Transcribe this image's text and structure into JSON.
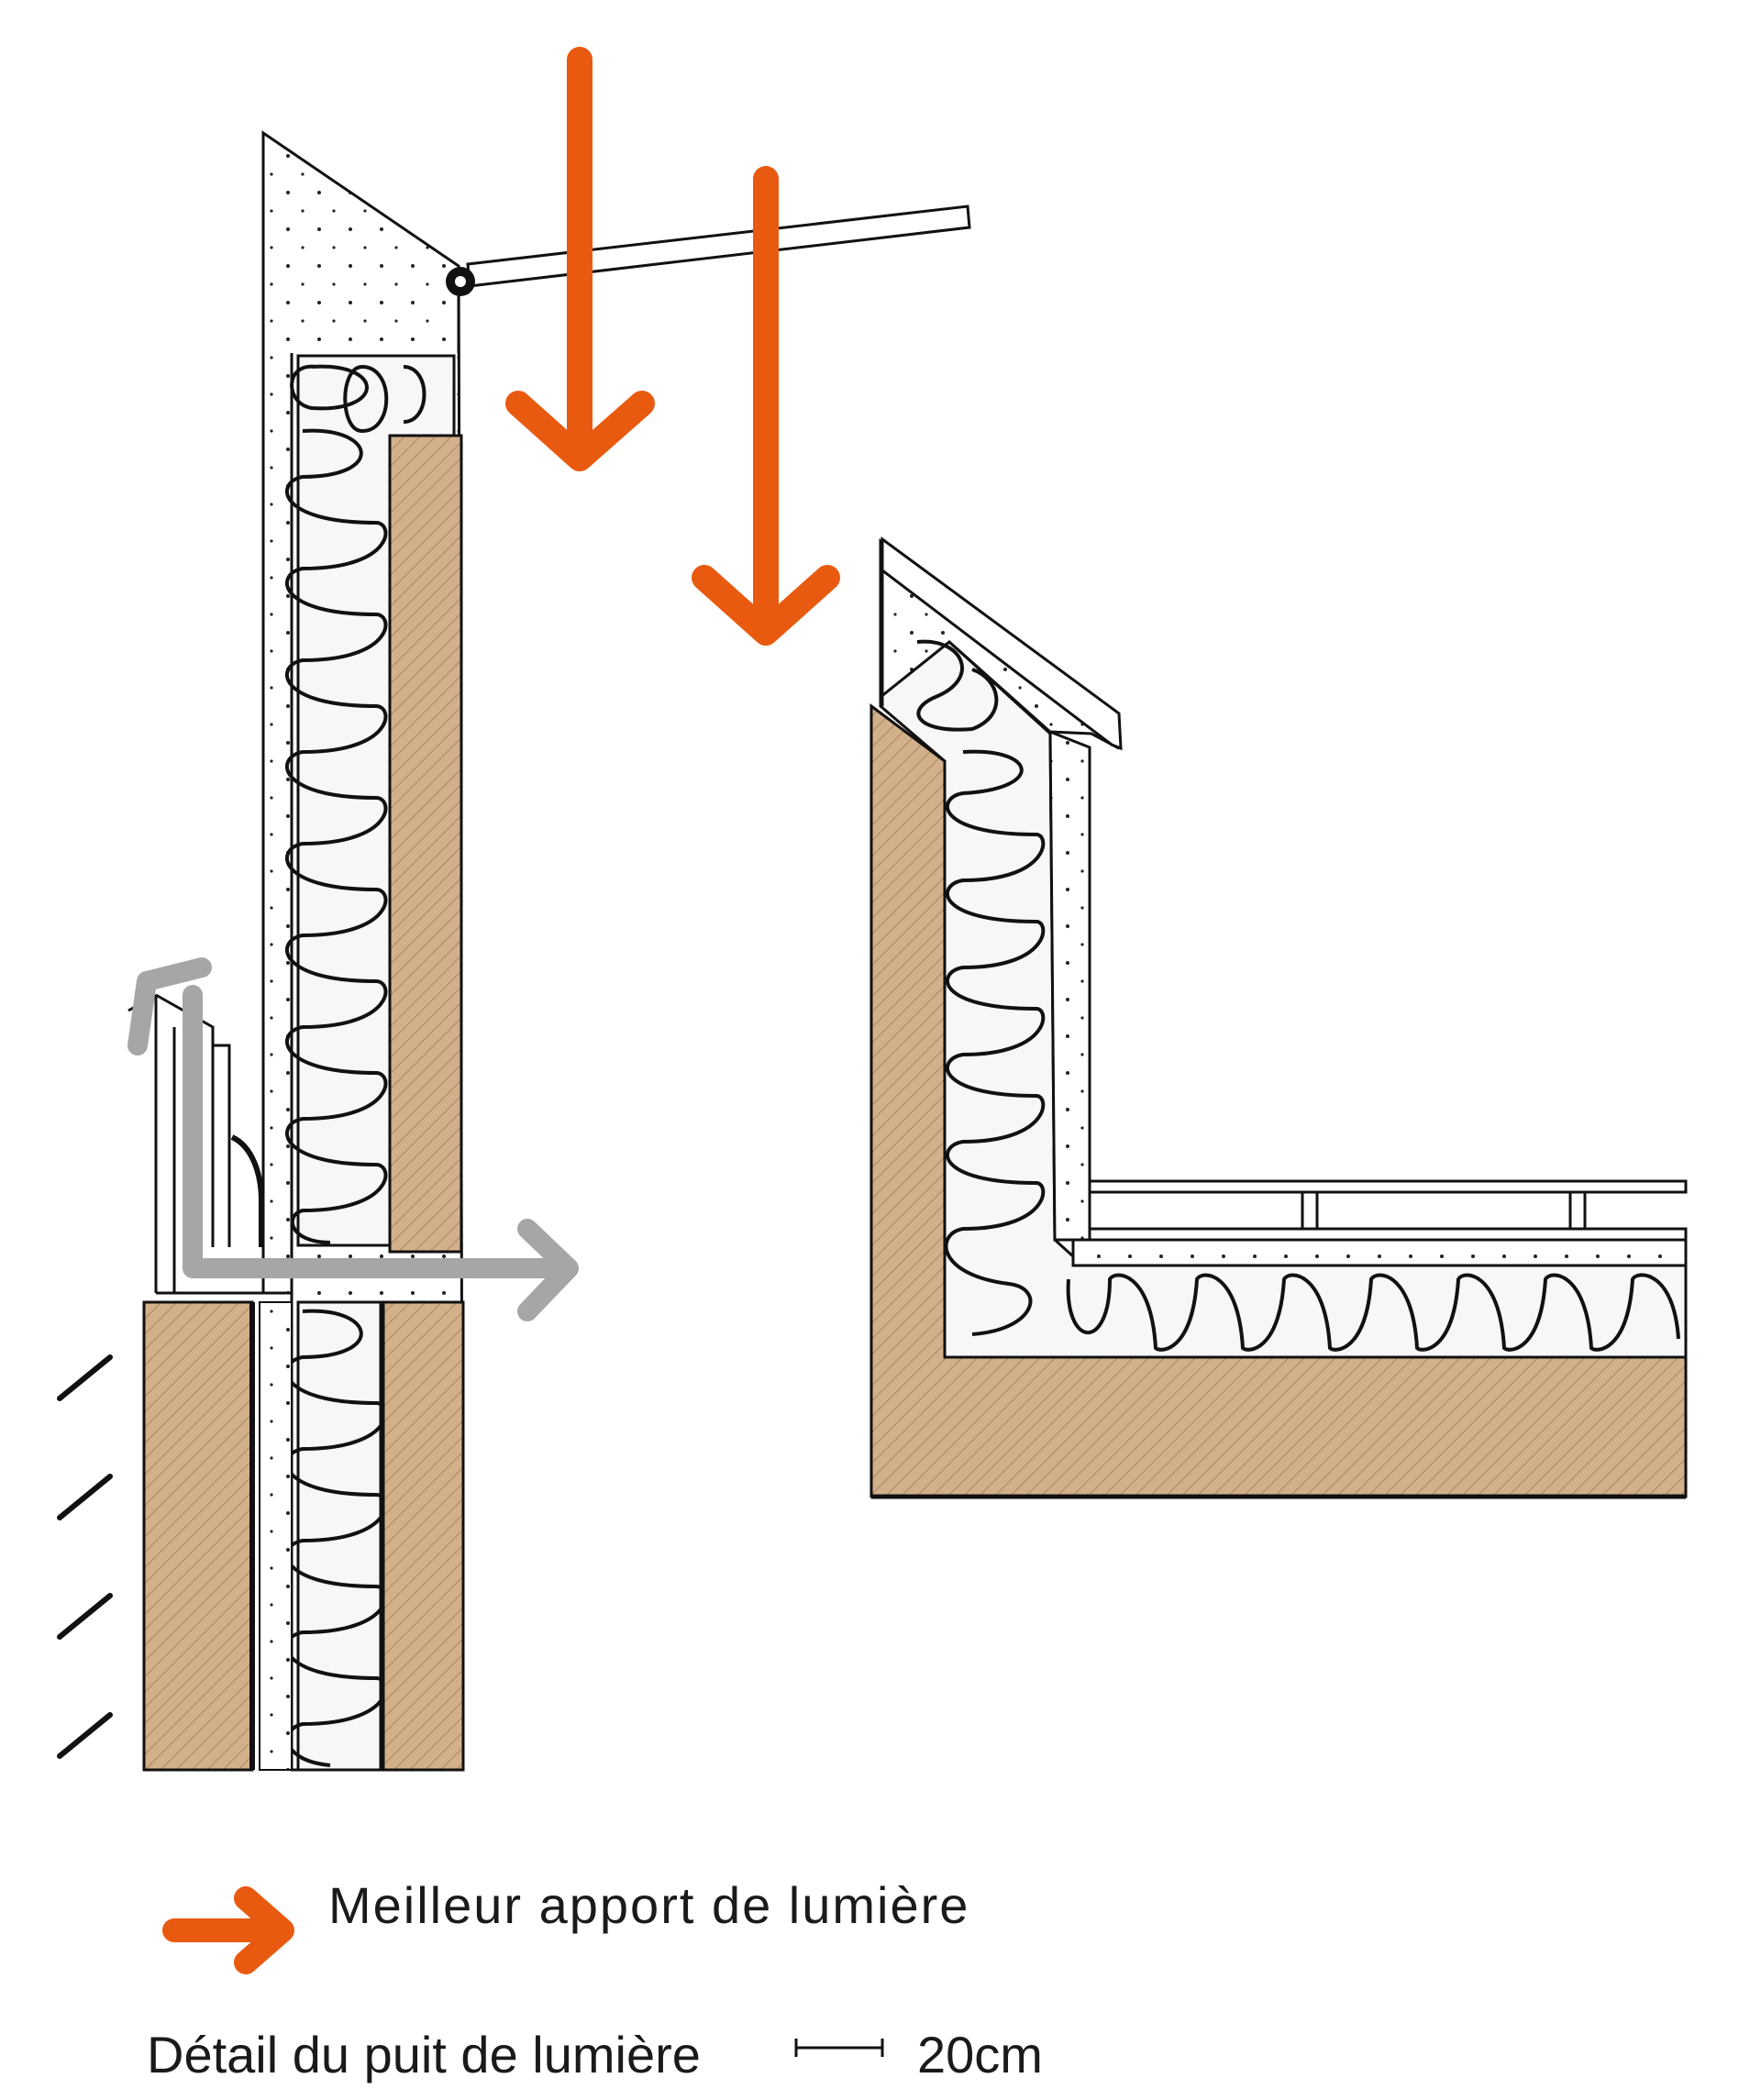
{
  "legend": {
    "label": "Meilleur apport de lumière",
    "arrow_color": "#e85a10",
    "arrow_icon": "arrow-right-icon"
  },
  "caption": {
    "title": "Détail du puit de lumière",
    "scale_label": "20cm"
  },
  "colors": {
    "wood": "#d2b08a",
    "wood_hatch": "#a8875f",
    "light_arrow": "#e85a10",
    "air_arrow": "#a6a6a6",
    "line": "#111111",
    "insulation_fill": "#f7f7f7"
  }
}
